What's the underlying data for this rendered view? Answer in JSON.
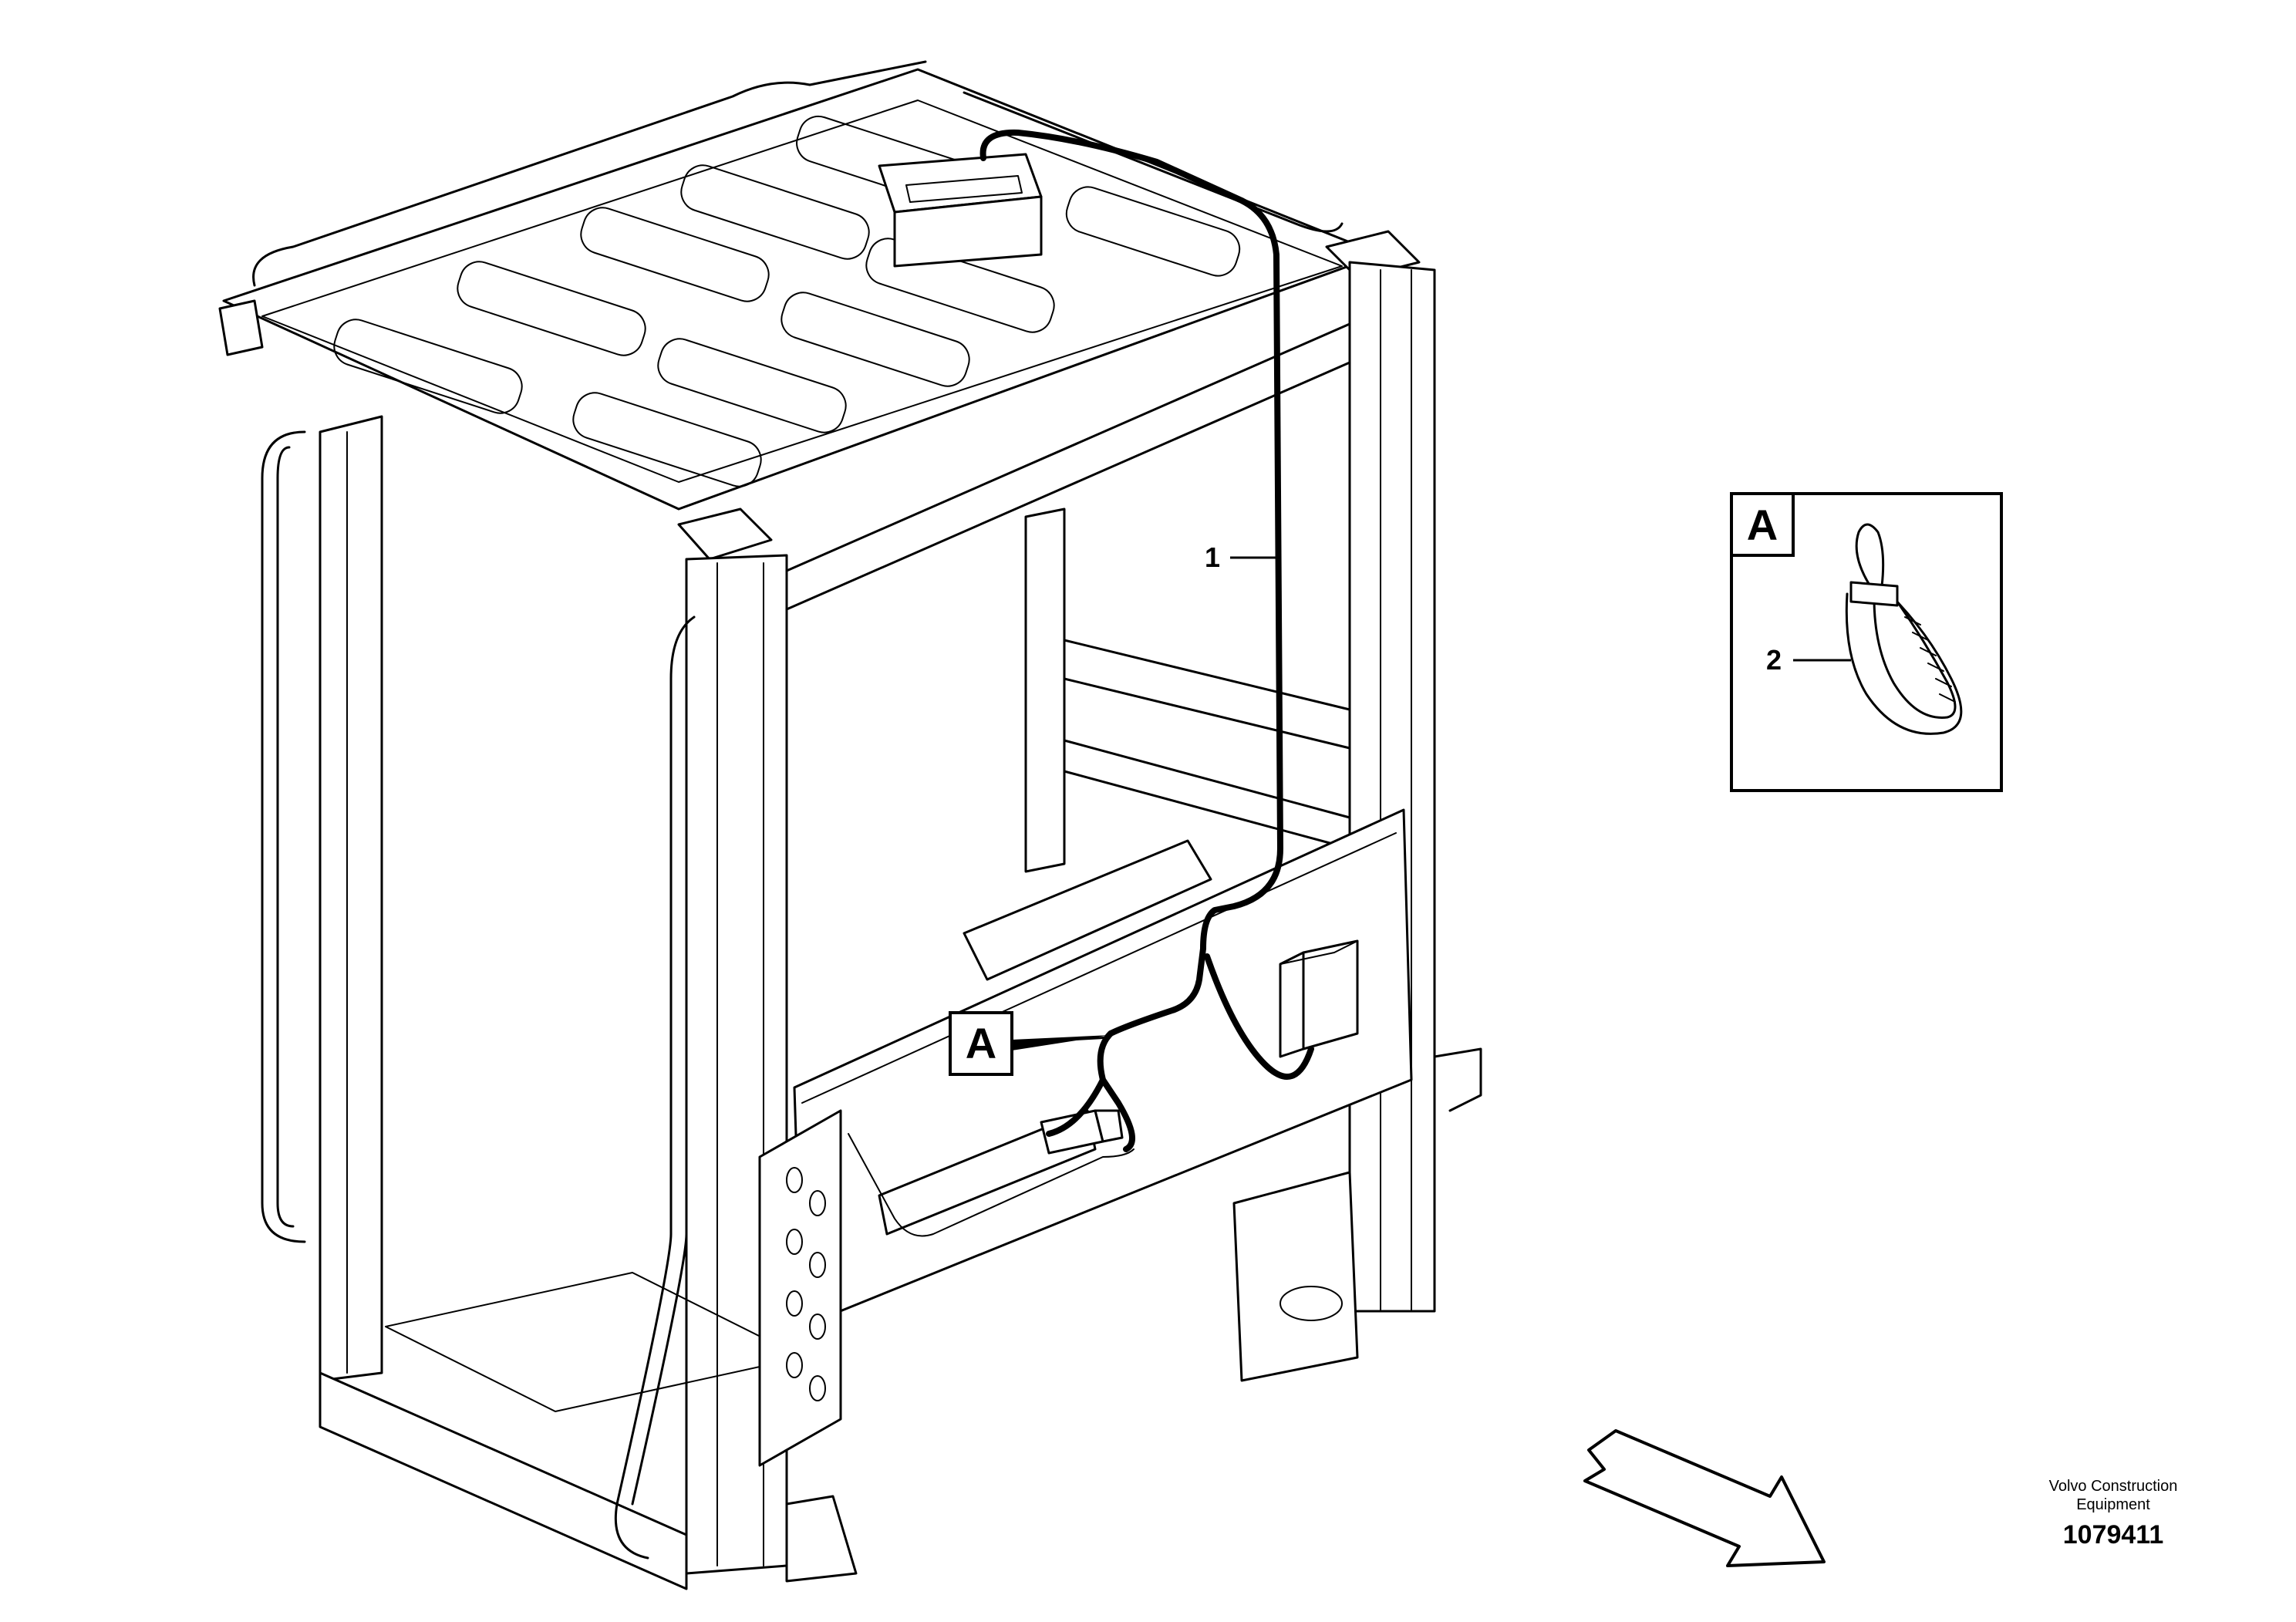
{
  "callouts": {
    "main_detail_ref": "A",
    "detail_box_ref": "A",
    "part_1": "1",
    "part_2": "2"
  },
  "footer": {
    "company_line1": "Volvo Construction",
    "company_line2": "Equipment",
    "figure_number": "1079411"
  }
}
